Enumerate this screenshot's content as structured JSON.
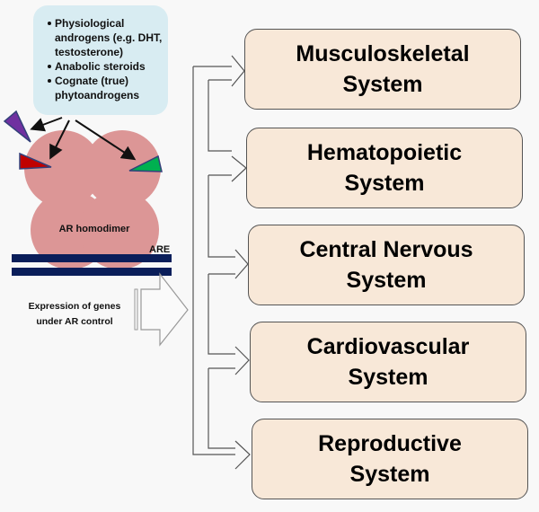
{
  "ligands": {
    "items": [
      "Physiological androgens (e.g. DHT, testosterone)",
      "Anabolic steroids",
      "Cognate (true) phytoandrogens"
    ]
  },
  "receptor": {
    "label": "AR homodimer",
    "dna_label": "ARE"
  },
  "expression": {
    "label_line1": "Expression of genes",
    "label_line2": "under AR control"
  },
  "systems": [
    {
      "line1": "Musculoskeletal",
      "line2": "System"
    },
    {
      "line1": "Hematopoietic",
      "line2": "System"
    },
    {
      "line1": "Central Nervous",
      "line2": "System"
    },
    {
      "line1": "Cardiovascular",
      "line2": "System"
    },
    {
      "line1": "Reproductive",
      "line2": "System"
    }
  ],
  "colors": {
    "ligand_box": "#d8ecf2",
    "receptor": "#dc9696",
    "dna": "#0a1e5a",
    "system_box": "#f8e8d8",
    "ligand_purple": "#7030a0",
    "ligand_red": "#c00000",
    "ligand_green": "#00b050"
  }
}
